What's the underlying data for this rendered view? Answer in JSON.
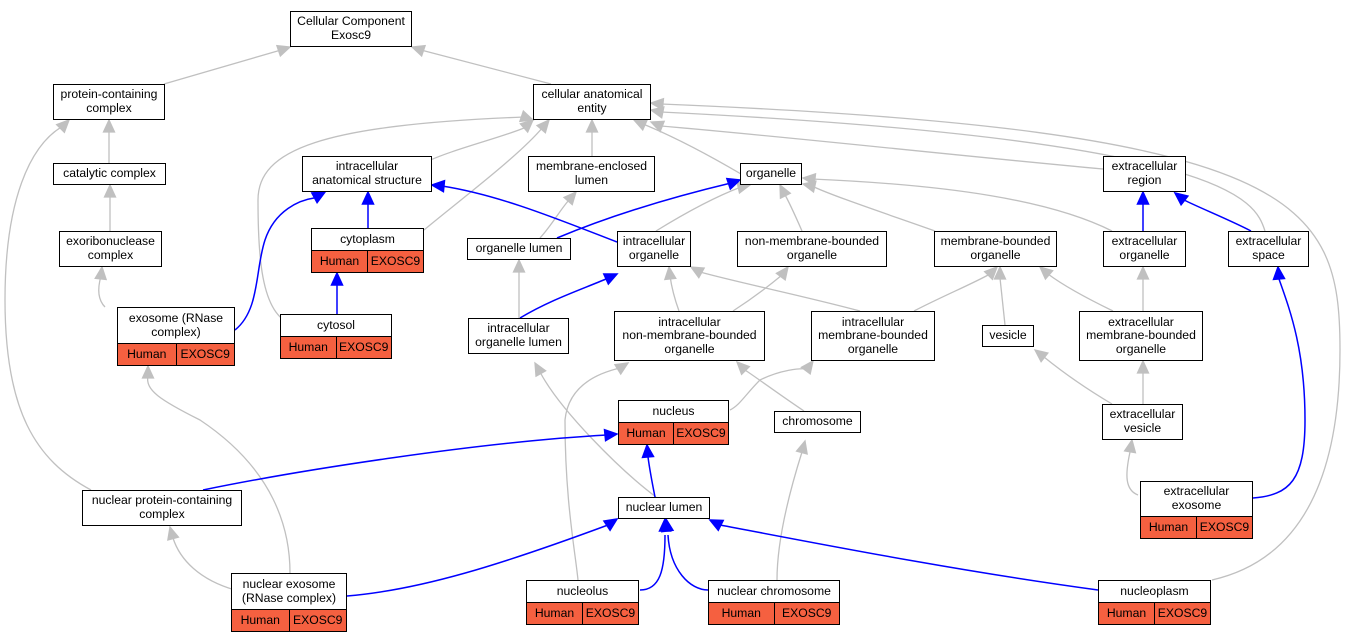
{
  "nodes": {
    "root": "Cellular Component\nExosc9",
    "protein_containing_complex": "protein-containing\ncomplex",
    "cellular_anatomical_entity": "cellular anatomical\nentity",
    "catalytic_complex": "catalytic complex",
    "intracellular_anatomical_structure": "intracellular\nanatomical structure",
    "membrane_enclosed_lumen": "membrane-enclosed\nlumen",
    "organelle": "organelle",
    "extracellular_region": "extracellular\nregion",
    "exoribonuclease_complex": "exoribonuclease\ncomplex",
    "cytoplasm": "cytoplasm",
    "organelle_lumen": "organelle lumen",
    "intracellular_organelle": "intracellular\norganelle",
    "non_membrane_bounded_organelle": "non-membrane-bounded\norganelle",
    "membrane_bounded_organelle": "membrane-bounded\norganelle",
    "extracellular_organelle": "extracellular\norganelle",
    "extracellular_space": "extracellular\nspace",
    "exosome_rnase_complex": "exosome (RNase\ncomplex)",
    "cytosol": "cytosol",
    "intracellular_organelle_lumen": "intracellular\norganelle lumen",
    "intracellular_non_membrane_bounded_organelle": "intracellular\nnon-membrane-bounded\norganelle",
    "intracellular_membrane_bounded_organelle": "intracellular\nmembrane-bounded\norganelle",
    "vesicle": "vesicle",
    "extracellular_membrane_bounded_organelle": "extracellular\nmembrane-bounded\norganelle",
    "nucleus": "nucleus",
    "chromosome": "chromosome",
    "extracellular_vesicle": "extracellular\nvesicle",
    "nuclear_protein_containing_complex": "nuclear protein-containing\ncomplex",
    "nuclear_lumen": "nuclear lumen",
    "extracellular_exosome": "extracellular\nexosome",
    "nuclear_exosome_rnase_complex": "nuclear exosome\n(RNase complex)",
    "nucleolus": "nucleolus",
    "nuclear_chromosome": "nuclear chromosome",
    "nucleoplasm": "nucleoplasm"
  },
  "annotation": {
    "species": "Human",
    "gene": "EXOSC9"
  },
  "colors": {
    "annotation_fill": "#f56040",
    "highlight_edge": "#0000ff",
    "edge": "#c0c0c0"
  }
}
